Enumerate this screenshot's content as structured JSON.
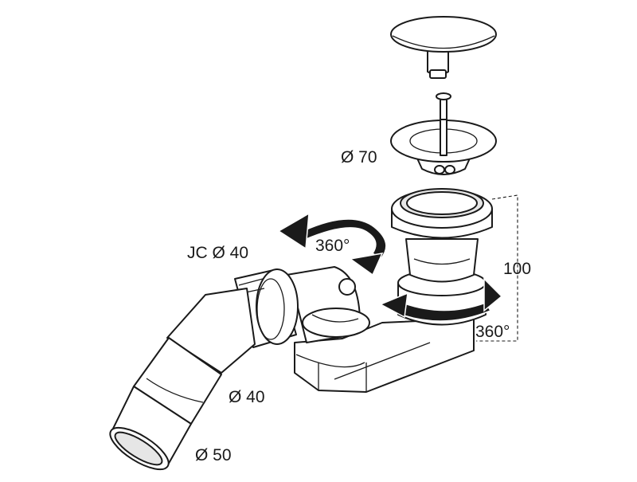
{
  "labels": {
    "drain_diameter": "Ø 70",
    "side_connector": "JC Ø 40",
    "upper_rotation": "360°",
    "lower_rotation": "360°",
    "height": "100",
    "outlet_inner": "Ø 40",
    "outlet_outer": "Ø 50"
  }
}
